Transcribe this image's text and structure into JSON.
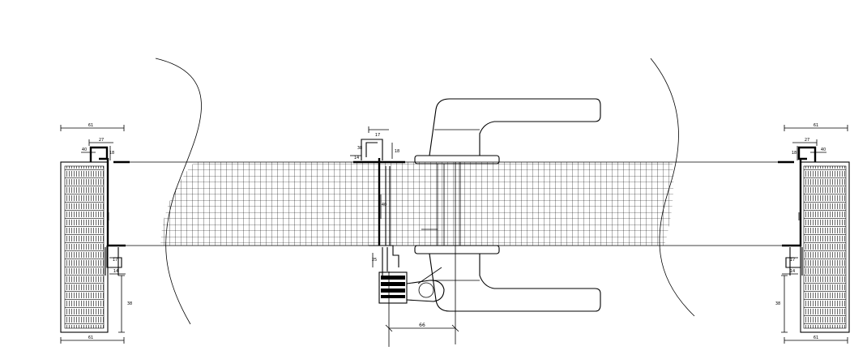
{
  "drawing": {
    "left_jamb": {
      "dims": [
        "61",
        "27",
        "40",
        "18",
        "17",
        "38",
        "14",
        "61"
      ]
    },
    "right_jamb": {
      "dims": [
        "61",
        "27",
        "40",
        "18",
        "17",
        "38",
        "14",
        "61"
      ]
    },
    "center": {
      "dims": [
        "38",
        "17",
        "14",
        "40",
        "18",
        "25",
        "66"
      ]
    }
  }
}
